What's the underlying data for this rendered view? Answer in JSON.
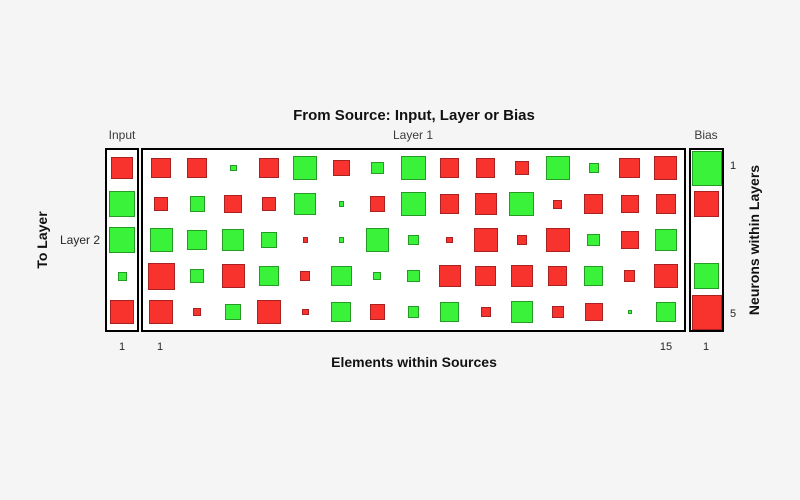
{
  "figure": {
    "title": "From Source: Input, Layer or Bias",
    "column_headers": {
      "input": "Input",
      "layer1": "Layer 1",
      "bias": "Bias"
    },
    "x_axis_label": "Elements within Sources",
    "y_axis_label": "To Layer",
    "y_axis_sublabel": "Layer 2",
    "right_axis_label": "Neurons within Layers",
    "ticks": {
      "input_element": "1",
      "layer1_element_first": "1",
      "layer1_element_last": "15",
      "bias_element": "1",
      "neuron_first": "1",
      "neuron_last": "5"
    }
  },
  "colors": {
    "figure_bg": "#f5f5f5",
    "panel_bg": "#ffffff",
    "frame": "#000000",
    "positive_fill": "#39f239",
    "positive_border": "#259b25",
    "negative_fill": "#f8322d",
    "negative_border": "#a82222"
  },
  "chart_data": {
    "type": "heatmap",
    "subtype": "hinton-weight-diagram",
    "title": "From Source: Input, Layer or Bias",
    "xlabel": "Elements within Sources",
    "ylabel_left": "To Layer",
    "ylabel_right": "Neurons within Layers",
    "to_layer": "Layer 2",
    "rows": 5,
    "legend": {
      "positive": "green square",
      "negative": "red square",
      "magnitude": "square size, 0 to 1"
    },
    "input_weights": [
      -0.61,
      0.72,
      0.72,
      0.25,
      -0.64
    ],
    "layer1_weights": [
      [
        -0.53,
        -0.56,
        0.19,
        -0.56,
        0.67,
        -0.47,
        0.36,
        0.69,
        -0.53,
        -0.53,
        -0.39,
        0.67,
        0.28,
        -0.58,
        -0.64
      ],
      [
        -0.39,
        0.42,
        -0.5,
        -0.39,
        0.61,
        0.14,
        -0.42,
        0.69,
        -0.53,
        -0.61,
        0.69,
        -0.25,
        -0.53,
        -0.5,
        -0.53
      ],
      [
        0.64,
        0.56,
        0.61,
        0.44,
        -0.14,
        0.14,
        0.64,
        0.28,
        -0.19,
        -0.67,
        -0.28,
        -0.67,
        0.36,
        -0.5,
        0.61
      ],
      [
        -0.75,
        0.39,
        -0.64,
        0.56,
        -0.28,
        0.58,
        0.22,
        0.36,
        -0.61,
        -0.58,
        -0.61,
        -0.53,
        0.53,
        -0.31,
        -0.69
      ],
      [
        -0.69,
        -0.22,
        0.44,
        -0.67,
        -0.19,
        0.56,
        -0.42,
        0.31,
        0.53,
        -0.28,
        0.61,
        -0.33,
        -0.5,
        0.11,
        0.58
      ]
    ],
    "bias_weights": [
      1.0,
      -0.72,
      0.0,
      0.72,
      -1.0
    ]
  }
}
